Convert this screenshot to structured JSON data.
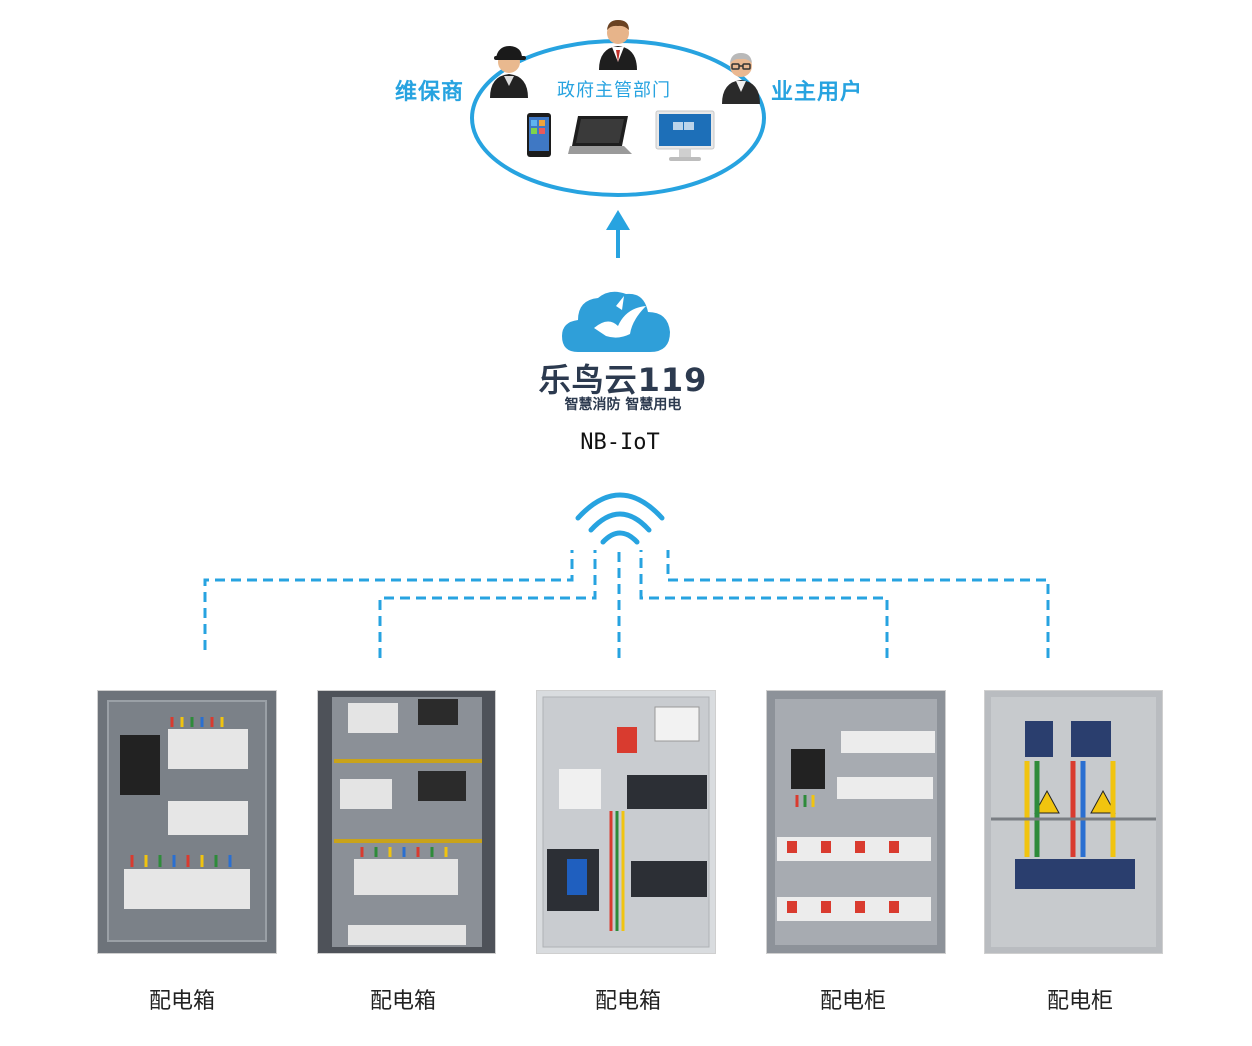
{
  "stakeholders": {
    "maintainer": "维保商",
    "government": "政府主管部门",
    "owner": "业主用户"
  },
  "platform": {
    "brand_name": "乐鸟云119",
    "slogan": "智慧消防 智慧用电",
    "network": "NB-IoT"
  },
  "cabinets": [
    {
      "label": "配电箱"
    },
    {
      "label": "配电箱"
    },
    {
      "label": "配电箱"
    },
    {
      "label": "配电柜"
    },
    {
      "label": "配电柜"
    }
  ],
  "colors": {
    "accent_blue": "#27a3e0",
    "cloud_blue": "#2f9fd9",
    "brand_dark": "#2c3a4f"
  }
}
